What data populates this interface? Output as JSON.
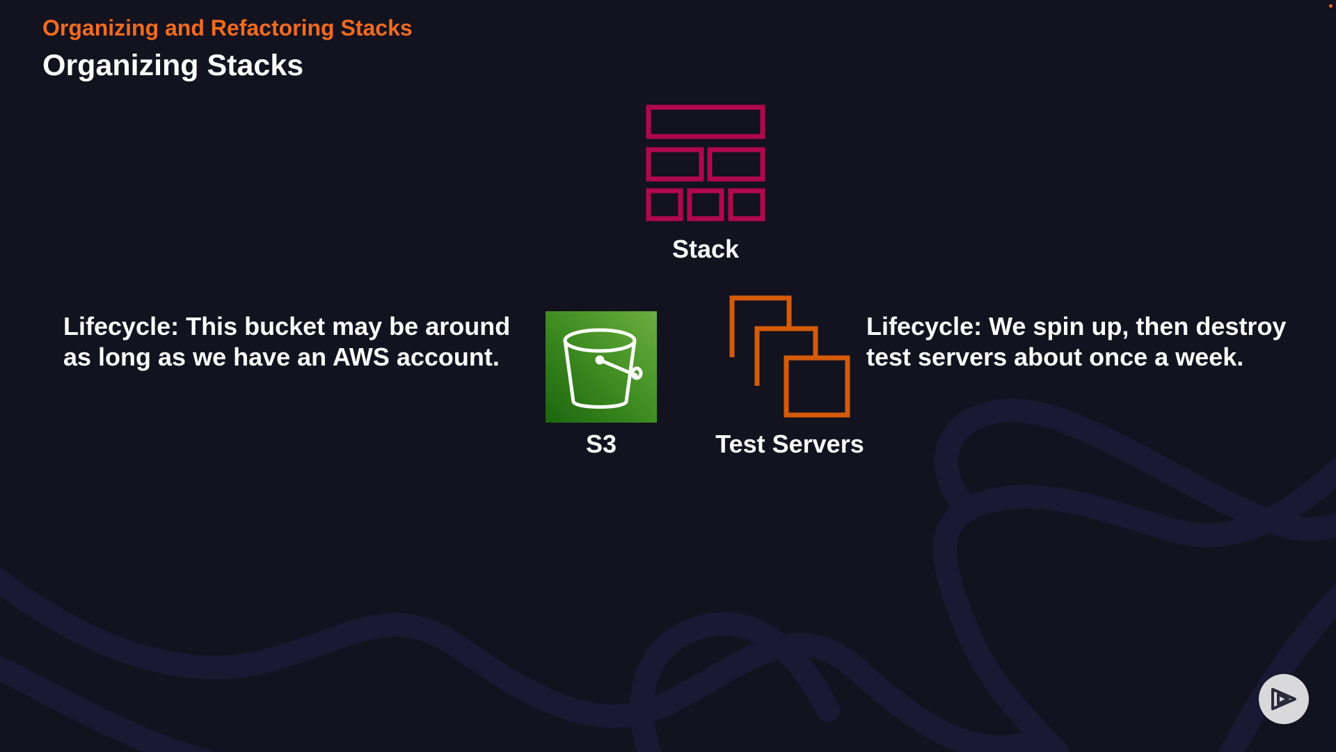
{
  "header": {
    "module_title": "Organizing and Refactoring Stacks",
    "slide_title": "Organizing Stacks"
  },
  "stack": {
    "label": "Stack",
    "icon": "stack-icon",
    "color": "#b0084d"
  },
  "s3": {
    "label": "S3",
    "icon": "bucket-icon",
    "color": "#3f8d22"
  },
  "test_servers": {
    "label": "Test Servers",
    "icon": "servers-icon",
    "color": "#d45b07"
  },
  "lifecycle_left": {
    "line1": "Lifecycle: This bucket may be around",
    "line2": "as long as we have an AWS account."
  },
  "lifecycle_right": {
    "line1": "Lifecycle: We spin up, then destroy",
    "line2": "test servers about once a week."
  },
  "player": {
    "icon": "play-icon"
  },
  "colors": {
    "background": "#13121f",
    "accent": "#f26b1d",
    "text": "#ffffff"
  }
}
